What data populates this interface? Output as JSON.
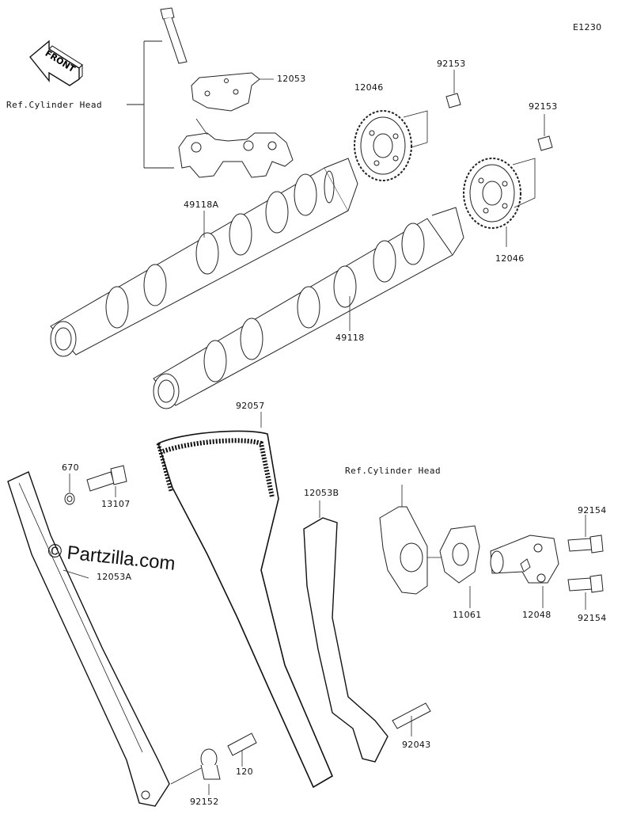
{
  "diagram_code": "E1230",
  "front_label": "FRONT",
  "watermark": "© Partzilla.com",
  "refs": {
    "cyl_head_top": "Ref.Cylinder Head",
    "cyl_head_right": "Ref.Cylinder Head"
  },
  "parts": {
    "p12053": "12053",
    "p12046_top": "12046",
    "p12046_bottom": "12046",
    "p92153_a": "92153",
    "p92153_b": "92153",
    "p49118A": "49118A",
    "p49118": "49118",
    "p92057": "92057",
    "p670": "670",
    "p13107": "13107",
    "p12053A": "12053A",
    "p12053B": "12053B",
    "p11061": "11061",
    "p12048": "12048",
    "p92154_a": "92154",
    "p92154_b": "92154",
    "p92043": "92043",
    "p120": "120",
    "p92152": "92152"
  }
}
